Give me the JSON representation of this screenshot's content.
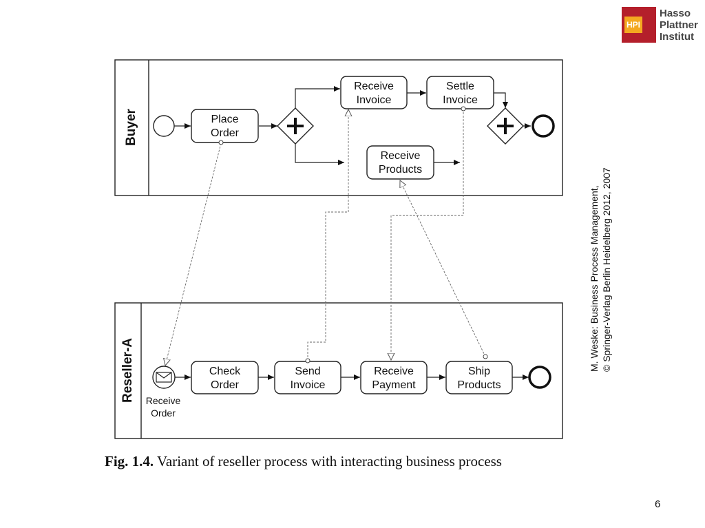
{
  "logo": {
    "badge": "HPI",
    "line1": "Hasso",
    "line2": "Plattner",
    "line3": "Institut"
  },
  "pools": {
    "buyer": "Buyer",
    "reseller": "Reseller-A"
  },
  "buyer_tasks": {
    "place_order": [
      "Place",
      "Order"
    ],
    "receive_invoice": [
      "Receive",
      "Invoice"
    ],
    "settle_invoice": [
      "Settle",
      "Invoice"
    ],
    "receive_products": [
      "Receive",
      "Products"
    ]
  },
  "reseller_tasks": {
    "check_order": [
      "Check",
      "Order"
    ],
    "send_invoice": [
      "Send",
      "Invoice"
    ],
    "receive_payment": [
      "Receive",
      "Payment"
    ],
    "ship_products": [
      "Ship",
      "Products"
    ]
  },
  "receive_order_event": [
    "Receive",
    "Order"
  ],
  "citation": {
    "line1": "M. Weske: Business Process Management,",
    "line2": "© Springer-Verlag Berlin Heidelberg 2012, 2007"
  },
  "caption": {
    "figure": "Fig. 1.4.",
    "text": "Variant of reseller process with interacting business process"
  },
  "page_number": "6"
}
